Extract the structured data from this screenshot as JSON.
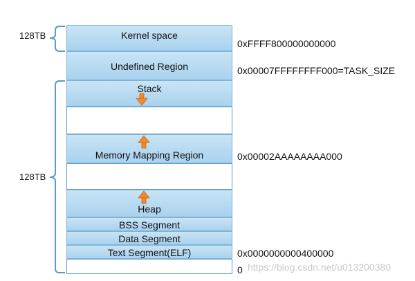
{
  "segments": {
    "kernel": "Kernel space",
    "undefined": "Undefined Region",
    "stack": "Stack",
    "mmap": "Memory Mapping Region",
    "heap": "Heap",
    "bss": "BSS Segment",
    "data": "Data Segment",
    "text": "Text Segment(ELF)"
  },
  "addresses": {
    "kernel_start": "0xFFFF800000000000",
    "task_size": "0x00007FFFFFFFF000=TASK_SIZE",
    "mmap_base": "0x00002AAAAAAAA000",
    "text_start": "0x0000000000400000",
    "zero": "0"
  },
  "sizes": {
    "kernel_size": "128TB",
    "user_size": "128TB"
  },
  "watermark": "https://blog.csdn.net/u013200380",
  "colors": {
    "segment_fill": "#b7dbf2",
    "segment_border": "#7fb4d6",
    "arrow": "#f08a2a",
    "brace": "#5a9bc8"
  },
  "icons": {
    "stack_arrow": "down-arrow-icon",
    "mmap_arrow": "up-arrow-icon",
    "heap_arrow": "up-arrow-icon"
  }
}
